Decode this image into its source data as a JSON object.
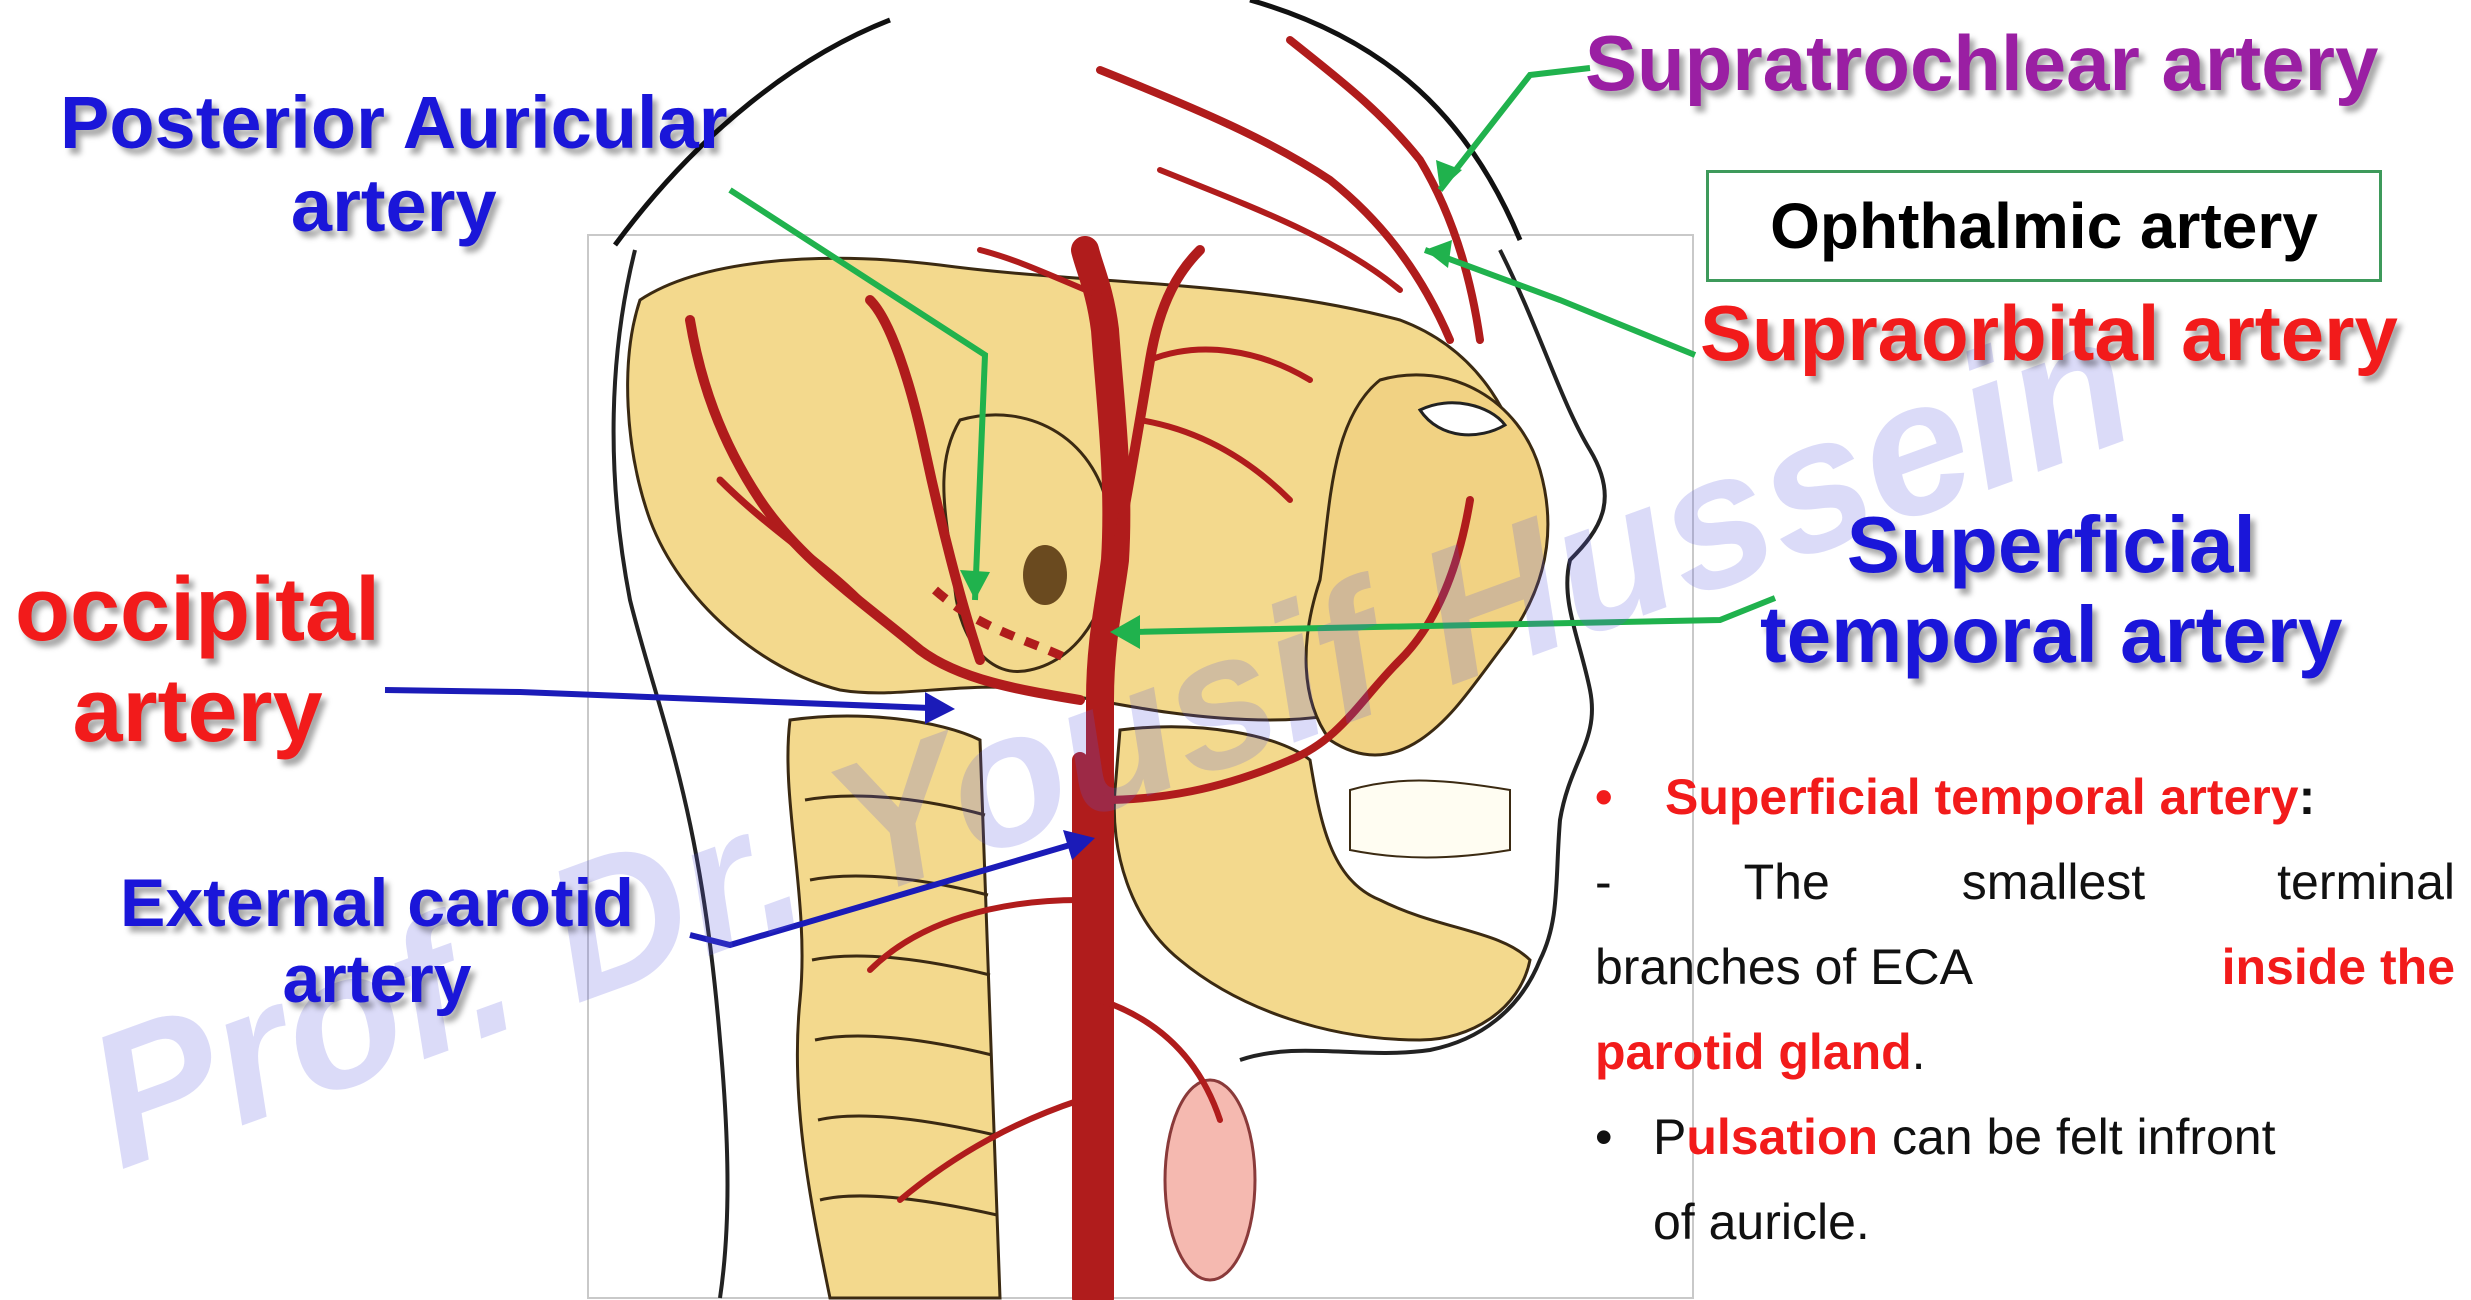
{
  "labels": {
    "supratrochlear": "Supratrochlear artery",
    "ophthalmic": "Ophthalmic artery",
    "supraorbital": "Supraorbital artery",
    "posterior_auricular_1": "Posterior Auricular",
    "posterior_auricular_2": "artery",
    "superficial_temporal_1": "Superficial",
    "superficial_temporal_2": "temporal artery",
    "occipital_1": "occipital",
    "occipital_2": "artery",
    "external_carotid_1": "External carotid",
    "external_carotid_2": "artery"
  },
  "notes": {
    "bullet": "•",
    "heading": "Superficial temporal artery",
    "heading_colon": ":",
    "dash": "-",
    "line1_words": [
      "The",
      "smallest",
      "terminal"
    ],
    "line2_plain": "branches of ECA",
    "line2_red": "inside the",
    "line3_red": "parotid gland",
    "line3_end": ".",
    "bullet2": "•",
    "pulsation_p": "P",
    "pulsation_red": "ulsation",
    "pulsation_rest": " can be felt infront",
    "pulsation_line2": "of auricle."
  },
  "colors": {
    "blue_label": "#1a16d9",
    "red_label": "#f21b1b",
    "purple_label": "#9a1fa3",
    "pointer_green": "#20b24d",
    "pointer_blue": "#1b1bb8",
    "artery": "#b01c1c",
    "bone": "#f3d98d"
  }
}
